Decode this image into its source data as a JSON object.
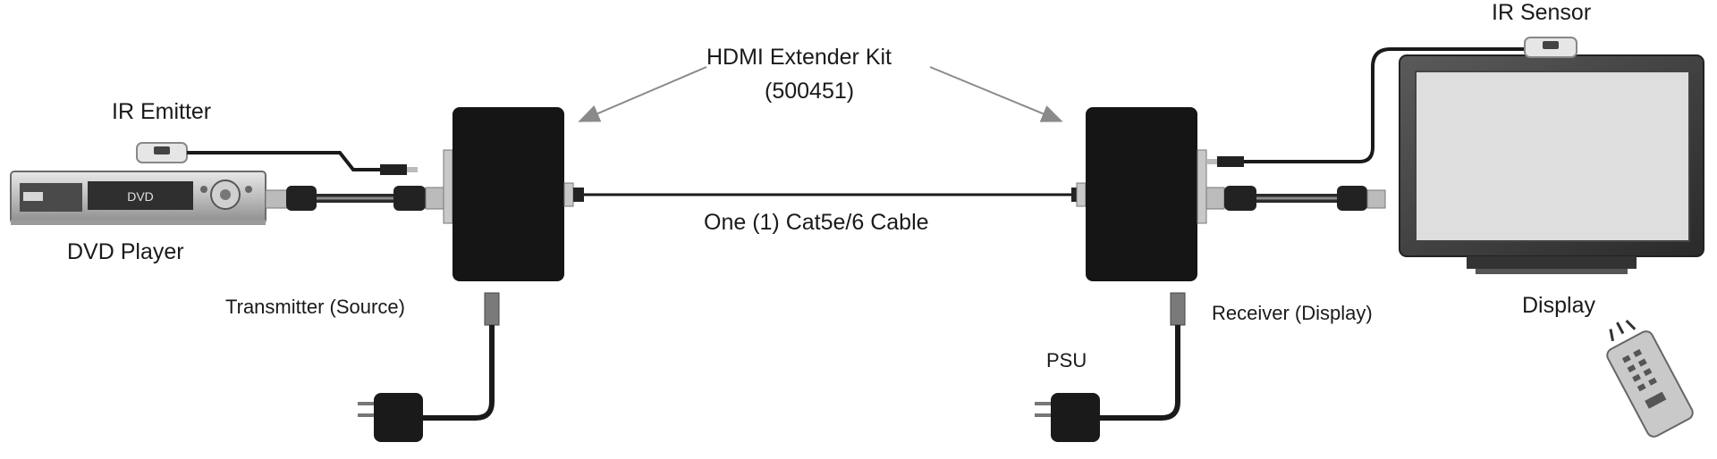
{
  "kit": {
    "title": "HDMI  Extender  Kit",
    "part_number": "(500451)"
  },
  "cable_label": "One (1) Cat5e/6 Cable",
  "source": {
    "ir_emitter_label": "IR Emitter",
    "device_label": "DVD Player",
    "device_screen_text": "DVD",
    "unit_label": "Transmitter (Source)"
  },
  "sink": {
    "ir_sensor_label": "IR Sensor",
    "psu_label": "PSU",
    "unit_label": "Receiver (Display)",
    "display_label": "Display"
  },
  "colors": {
    "line": "#1a1a1a",
    "box": "#151515",
    "arrow": "#8a8a8a",
    "screen": "#dedede"
  }
}
